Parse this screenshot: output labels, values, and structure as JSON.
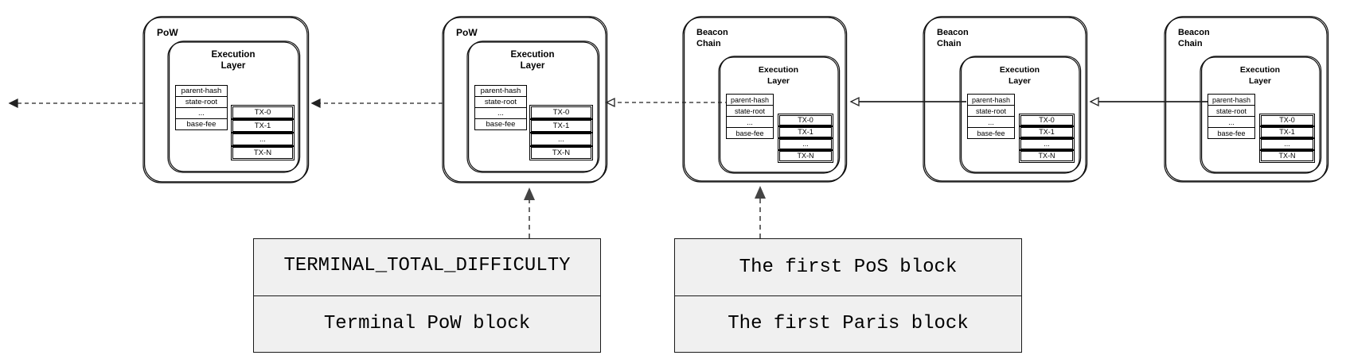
{
  "blocks": [
    {
      "title": "PoW",
      "layer": "Execution Layer",
      "header_fields": [
        "parent-hash",
        "state-root",
        "...",
        "base-fee"
      ],
      "transactions": [
        "TX-0",
        "TX-1",
        "...",
        "TX-N"
      ]
    },
    {
      "title": "PoW",
      "layer": "Execution Layer",
      "header_fields": [
        "parent-hash",
        "state-root",
        "...",
        "base-fee"
      ],
      "transactions": [
        "TX-0",
        "TX-1",
        "...",
        "TX-N"
      ]
    },
    {
      "title": "Beacon Chain",
      "layer": "Execution Layer",
      "header_fields": [
        "parent-hash",
        "state-root",
        "...",
        "base-fee"
      ],
      "transactions": [
        "TX-0",
        "TX-1",
        "...",
        "TX-N"
      ]
    },
    {
      "title": "Beacon Chain",
      "layer": "Execution Layer",
      "header_fields": [
        "parent-hash",
        "state-root",
        "...",
        "base-fee"
      ],
      "transactions": [
        "TX-0",
        "TX-1",
        "...",
        "TX-N"
      ]
    },
    {
      "title": "Beacon Chain",
      "layer": "Execution Layer",
      "header_fields": [
        "parent-hash",
        "state-root",
        "...",
        "base-fee"
      ],
      "transactions": [
        "TX-0",
        "TX-1",
        "...",
        "TX-N"
      ]
    }
  ],
  "links": [
    {
      "style": "dashed"
    },
    {
      "style": "dashed"
    },
    {
      "style": "dashed"
    },
    {
      "style": "solid"
    },
    {
      "style": "solid"
    }
  ],
  "callouts": [
    {
      "top": "TERMINAL_TOTAL_DIFFICULTY",
      "bottom": "Terminal PoW block"
    },
    {
      "top": "The first PoS block",
      "bottom": "The first Paris block"
    }
  ]
}
